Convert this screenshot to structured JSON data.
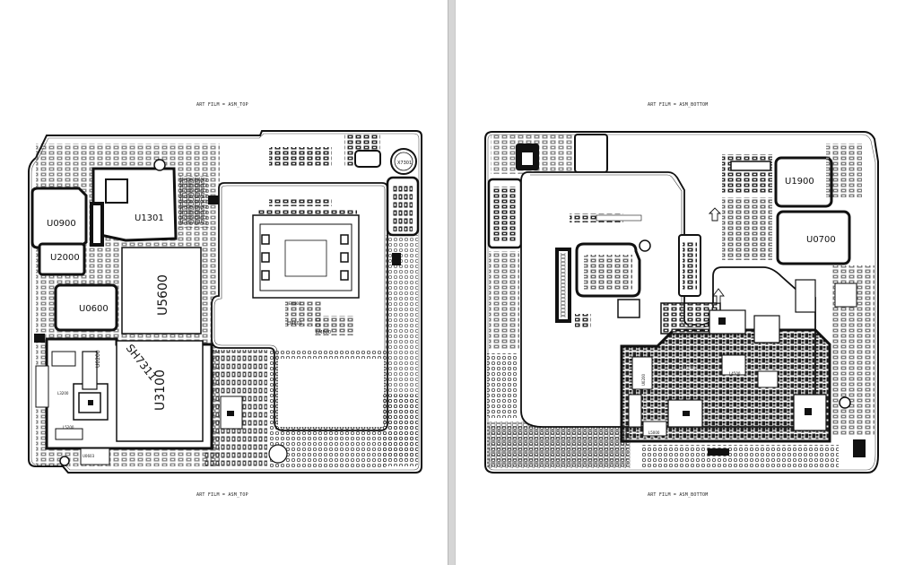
{
  "captions": {
    "top_title": "ART FILM = ASM_TOP",
    "top_footer": "ART FILM = ASM_TOP",
    "bottom_title": "ART FILM = ASM_BOTTOM",
    "bottom_footer": "ART FILM = ASM_BOTTOM"
  },
  "top_board": {
    "designators": [
      "U0900",
      "U1301",
      "U2000",
      "U5600",
      "U0600",
      "SH7311",
      "U3100",
      "U0200",
      "X7301",
      "EM800",
      "EM801"
    ],
    "small_labels": [
      "L3200",
      "L5200",
      "U0603",
      "EM803"
    ]
  },
  "bottom_board": {
    "designators": [
      "U1900",
      "U0700"
    ],
    "small_labels": [
      "L4400",
      "L5000",
      "L4500",
      "U0200"
    ]
  },
  "colors": {
    "ink": "#1a1a1a",
    "paper": "#ffffff",
    "divider": "#d5d5d5"
  }
}
